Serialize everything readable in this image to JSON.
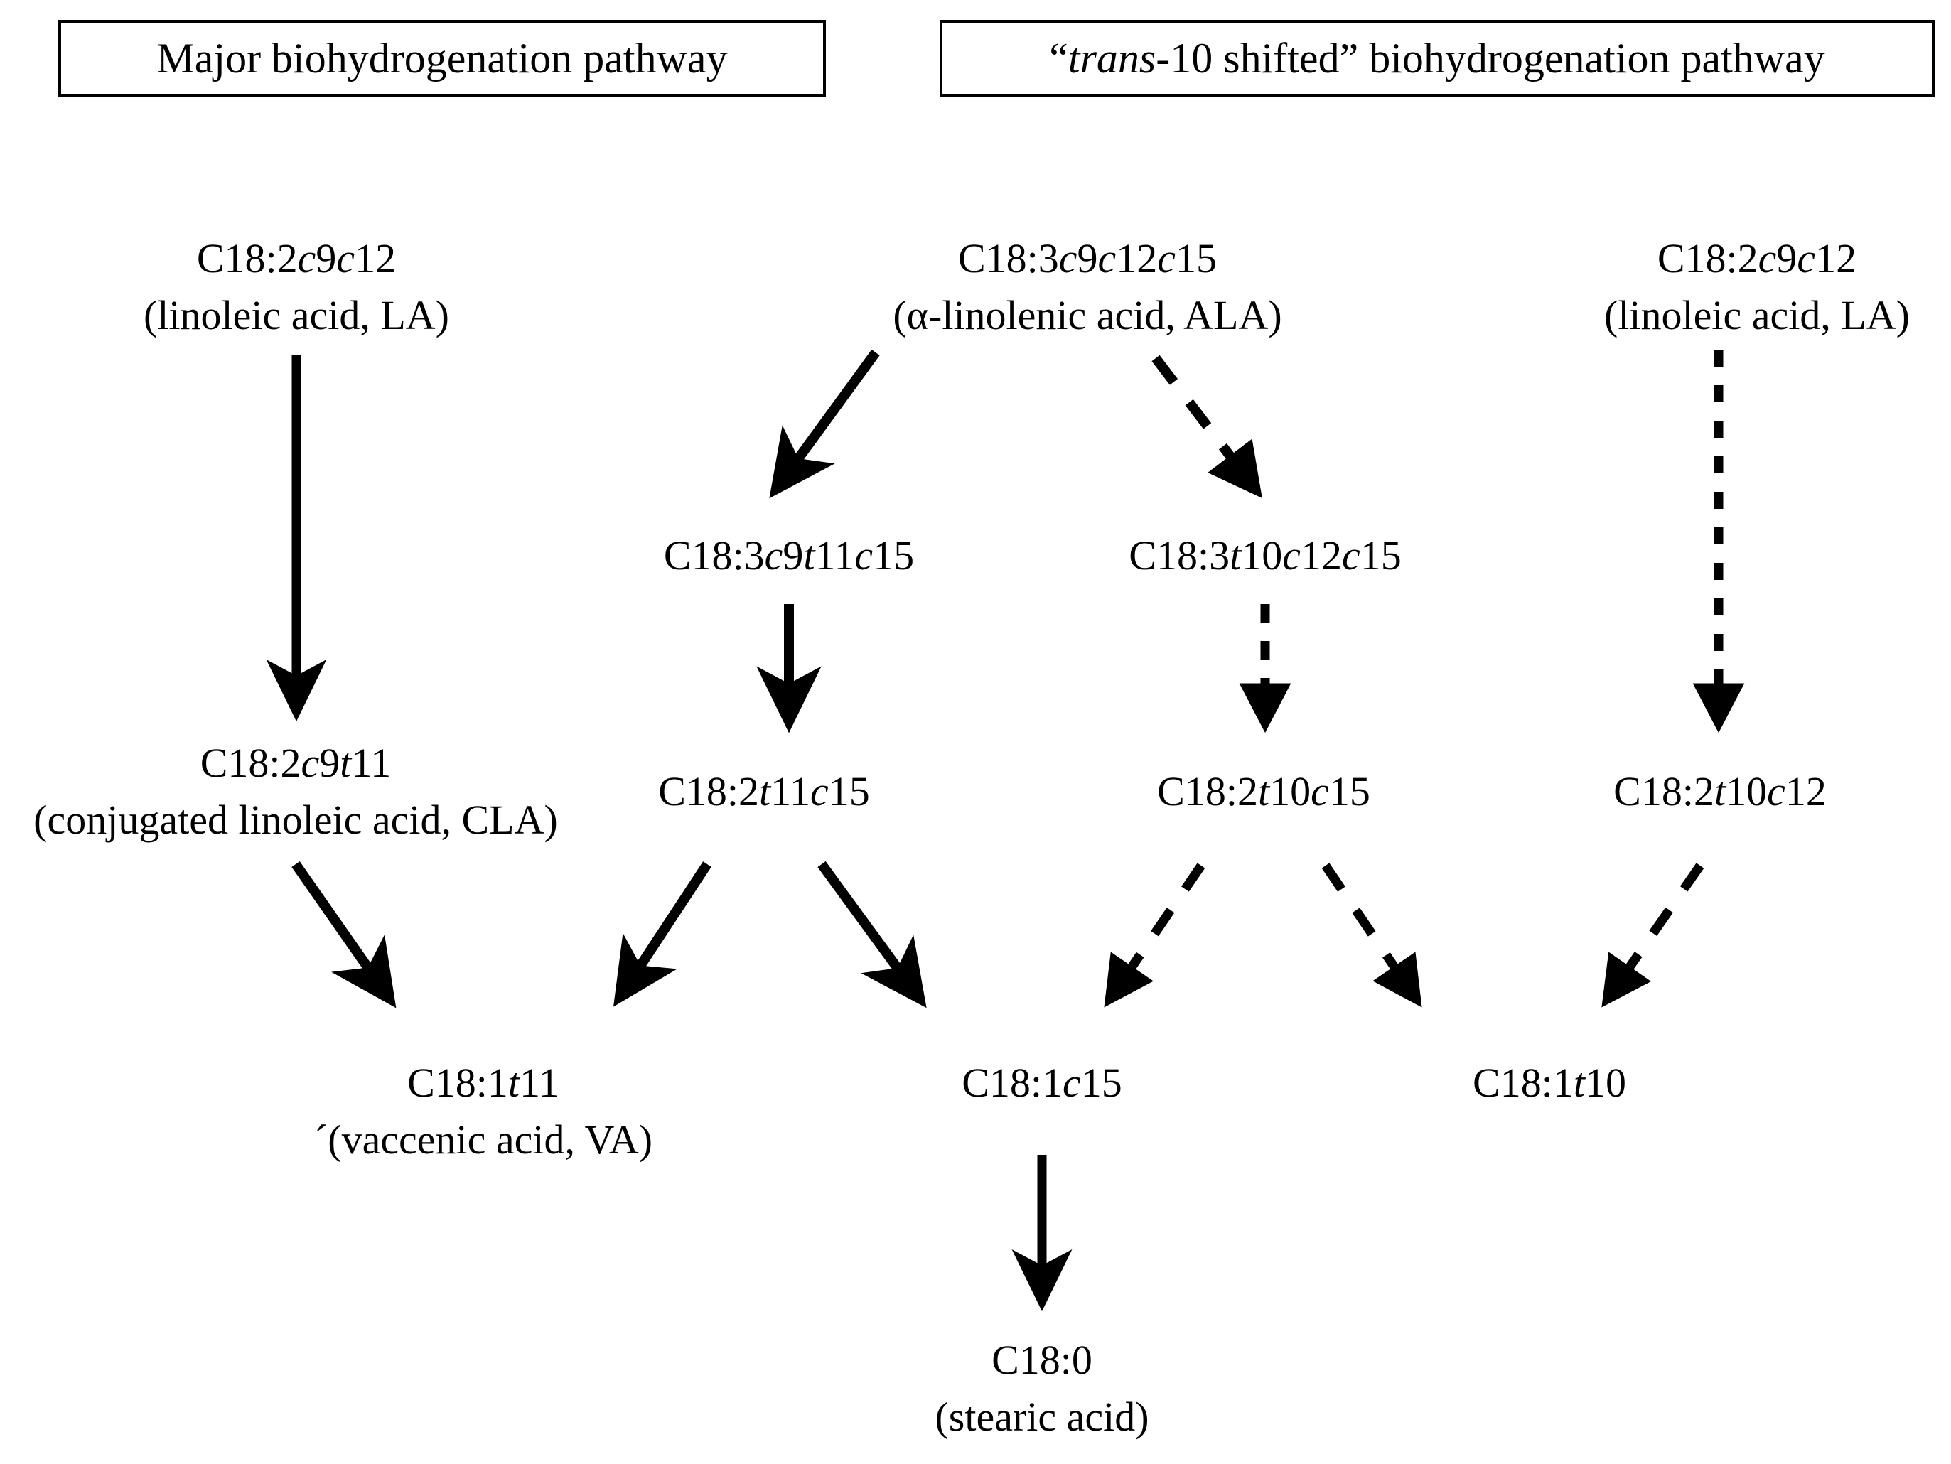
{
  "titles": {
    "left_box": "Major biohydrogenation pathway",
    "right_box_pre": "“",
    "right_box_italic": "trans",
    "right_box_post": "-10 shifted” biohydrogenation pathway"
  },
  "nodes": {
    "la_left": {
      "line1_parts": [
        "C18:2",
        "c",
        "9",
        "c",
        "12"
      ],
      "line1": "C18:2c9c12",
      "line2": "(linoleic acid, LA)"
    },
    "ala": {
      "line1": "C18:3c9c12c15",
      "line2": "(α-linolenic acid, ALA)"
    },
    "la_right": {
      "line1": "C18:2c9c12",
      "line2": "(linoleic acid, LA)"
    },
    "c183_c9t11c15": {
      "line1": "C18:3c9t11c15"
    },
    "c183_t10c12c15": {
      "line1": "C18:3t10c12c15"
    },
    "cla": {
      "line1": "C18:2c9t11",
      "line2": "(conjugated linoleic acid, CLA)"
    },
    "c182_t11c15": {
      "line1": "C18:2t11c15"
    },
    "c182_t10c15": {
      "line1": "C18:2t10c15"
    },
    "c182_t10c12": {
      "line1": "C18:2t10c12"
    },
    "va": {
      "line1": "C18:1t11",
      "line2": "´(vaccenic acid, VA)"
    },
    "c181_c15": {
      "line1": "C18:1c15"
    },
    "c181_t10": {
      "line1": "C18:1t10"
    },
    "stearic": {
      "line1": "C18:0",
      "line2": "(stearic acid)"
    }
  },
  "colors": {
    "ink": "#000000",
    "background": "#ffffff"
  },
  "edges": [
    {
      "name": "la-to-cla",
      "style": "solid",
      "from": "la_left",
      "to": "cla"
    },
    {
      "name": "ala-to-c183-c9t11c15",
      "style": "solid",
      "from": "ala",
      "to": "c183_c9t11c15"
    },
    {
      "name": "ala-to-c183-t10c12c15",
      "style": "dashed",
      "from": "ala",
      "to": "c183_t10c12c15"
    },
    {
      "name": "la-right-to-c182-t10c12",
      "style": "dashed",
      "from": "la_right",
      "to": "c182_t10c12"
    },
    {
      "name": "c183-c9t11c15-to-c182-t11c15",
      "style": "solid",
      "from": "c183_c9t11c15",
      "to": "c182_t11c15"
    },
    {
      "name": "c183-t10c12c15-to-c182-t10c15",
      "style": "dashed",
      "from": "c183_t10c12c15",
      "to": "c182_t10c15"
    },
    {
      "name": "cla-to-va",
      "style": "solid",
      "from": "cla",
      "to": "va"
    },
    {
      "name": "c182-t11c15-to-va",
      "style": "solid",
      "from": "c182_t11c15",
      "to": "va"
    },
    {
      "name": "c182-t11c15-to-c181-c15",
      "style": "solid",
      "from": "c182_t11c15",
      "to": "c181_c15"
    },
    {
      "name": "c182-t10c15-to-c181-c15",
      "style": "dashed",
      "from": "c182_t10c15",
      "to": "c181_c15"
    },
    {
      "name": "c182-t10c15-to-c181-t10",
      "style": "dashed",
      "from": "c182_t10c15",
      "to": "c181_t10"
    },
    {
      "name": "c182-t10c12-to-c181-t10",
      "style": "dashed",
      "from": "c182_t10c12",
      "to": "c181_t10"
    },
    {
      "name": "c181-c15-to-stearic",
      "style": "solid",
      "from": "c181_c15",
      "to": "stearic"
    }
  ]
}
